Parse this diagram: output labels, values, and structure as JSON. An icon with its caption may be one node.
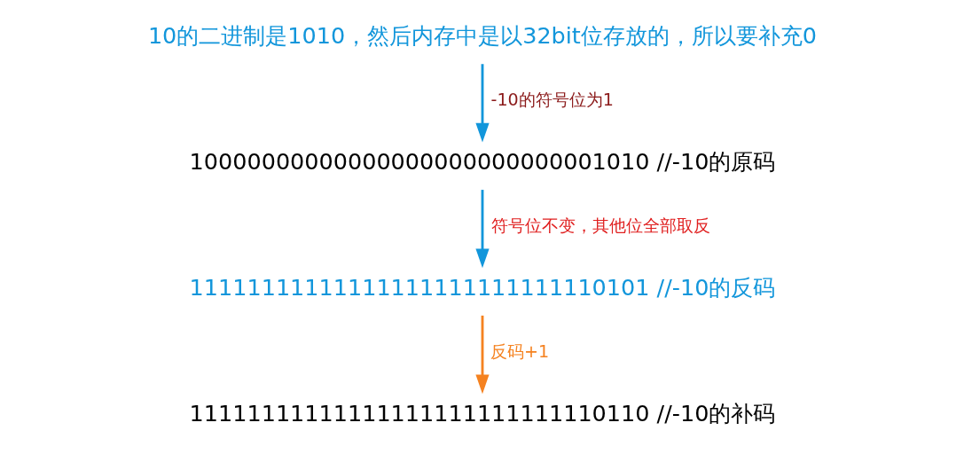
{
  "diagram": {
    "nodes": [
      {
        "text": [
          "10的二进制是1010，然后内存中是以32bit位存放的，所以要补充0"
        ]
      },
      {
        "text": [
          "10000000000000000000000000001010 //-10的原码"
        ]
      },
      {
        "text": [
          "11111111111111111111111111110101 //-10的反码"
        ]
      },
      {
        "text": [
          "11111111111111111111111111110110 //-10的补码"
        ]
      }
    ],
    "edges": [
      {
        "from": 0,
        "to": 1,
        "arrow": "to",
        "label": "-10的符号位为1"
      },
      {
        "from": 1,
        "to": 2,
        "arrow": "to",
        "label": "符号位不变，其他位全部取反"
      },
      {
        "from": 2,
        "to": 3,
        "arrow": "to",
        "label": "反码+1",
        "color": "#f58220"
      }
    ]
  }
}
